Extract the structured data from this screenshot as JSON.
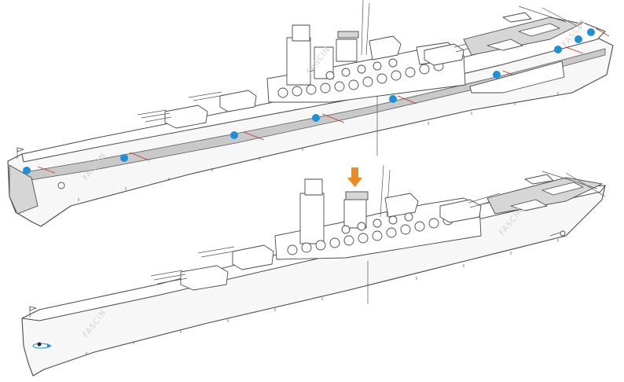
{
  "colors": {
    "marker": "#1f8fd6",
    "arrow": "#ef8a1e",
    "guide_line": "#c0392b",
    "hull_band": "#c9c9c9"
  },
  "icons": {
    "step_arrow": "arrow-down-icon",
    "rotation_hint": "rotate-arrow-icon"
  },
  "watermark": {
    "top": [
      "FASCIN",
      "FASCIN",
      "FASCIN"
    ],
    "bottom": [
      "FASCIN",
      "FASCIN"
    ]
  }
}
